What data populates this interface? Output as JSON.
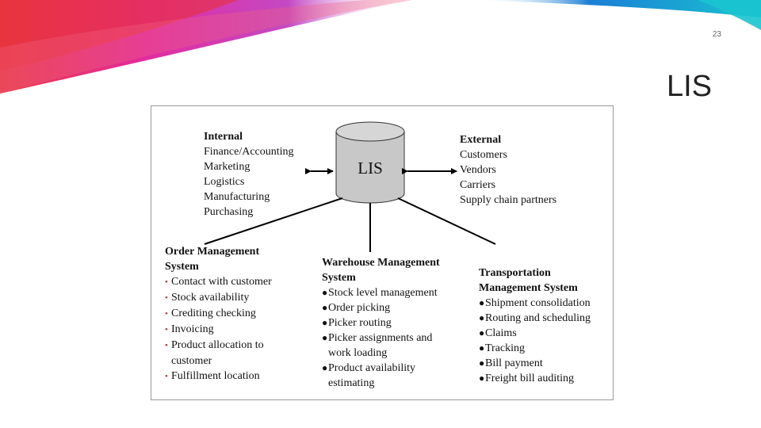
{
  "slide": {
    "number": "23",
    "title": "LIS"
  },
  "colors": {
    "banner_magenta": "#e0209a",
    "banner_red": "#e8303a",
    "banner_blue": "#1a7fd6",
    "banner_cyan": "#19c4cf",
    "cylinder": "#c8c8c8"
  },
  "diagram": {
    "center_label": "LIS",
    "internal": {
      "title": "Internal",
      "items": [
        "Finance/Accounting",
        "Marketing",
        "Logistics",
        "Manufacturing",
        "Purchasing"
      ]
    },
    "external": {
      "title": "External",
      "items": [
        "Customers",
        "Vendors",
        "Carriers",
        "Supply chain partners"
      ]
    },
    "oms": {
      "title_lines": [
        "Order Management",
        "System"
      ],
      "bullet": "•",
      "items": [
        "Contact with customer",
        "Stock availability",
        "Crediting checking",
        "Invoicing",
        "Product allocation to",
        "customer",
        "Fulfillment location"
      ]
    },
    "wms": {
      "title_lines": [
        "Warehouse Management",
        "System"
      ],
      "bullet": "●",
      "items": [
        "Stock level management",
        "Order picking",
        "Picker routing",
        "Picker assignments and",
        "work loading",
        "Product availability",
        "estimating"
      ]
    },
    "tms": {
      "title_lines": [
        "Transportation",
        "Management System"
      ],
      "bullet": "●",
      "items": [
        "Shipment consolidation",
        "Routing and scheduling",
        "Claims",
        "Tracking",
        "Bill payment",
        "Freight bill auditing"
      ]
    }
  }
}
